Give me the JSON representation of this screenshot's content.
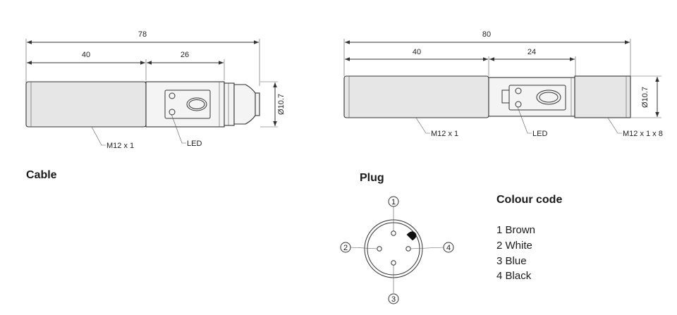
{
  "cable_drawing": {
    "title": "Cable",
    "dim_overall": "78",
    "dim_body": "40",
    "dim_head": "26",
    "dim_diameter": "Ø10.7",
    "thread_label": "M12 x 1",
    "led_label": "LED"
  },
  "plug_drawing": {
    "dim_overall": "80",
    "dim_body": "40",
    "dim_head": "24",
    "dim_diameter": "Ø10.7",
    "thread_label": "M12 x 1",
    "led_label": "LED",
    "connector_label": "M12 x 1 x 8"
  },
  "plug_pinout": {
    "title": "Plug",
    "pins": [
      "1",
      "2",
      "3",
      "4"
    ]
  },
  "colour_code": {
    "title": "Colour code",
    "entries": [
      "1 Brown",
      "2 White",
      "3 Blue",
      "4 Black"
    ]
  }
}
